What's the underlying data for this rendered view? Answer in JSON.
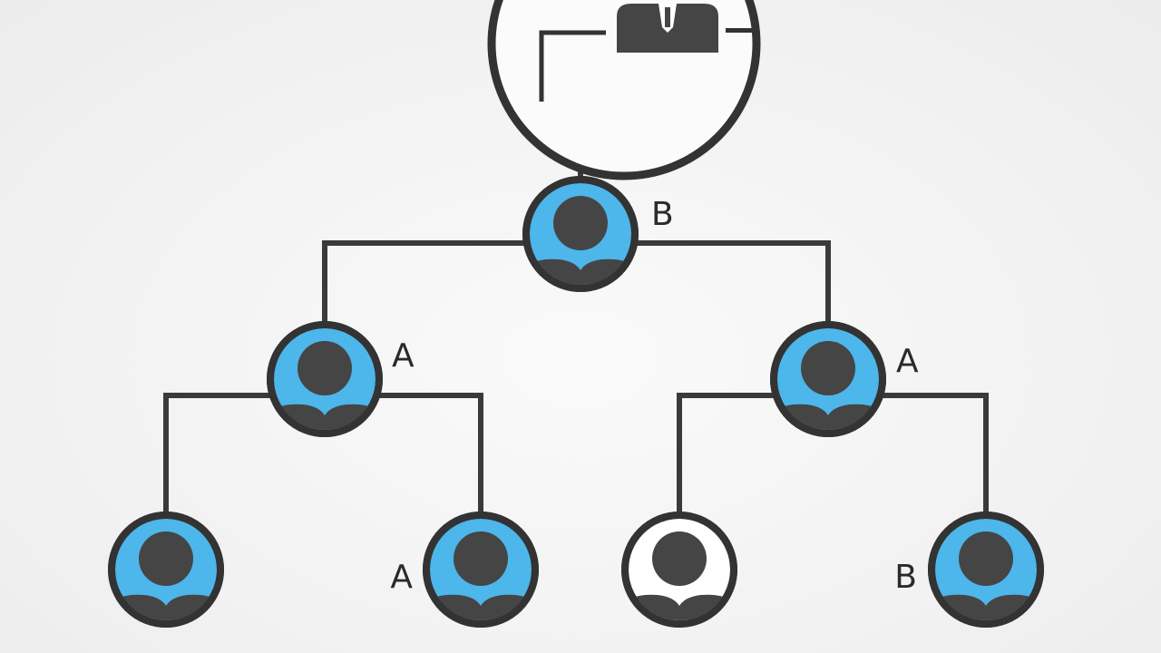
{
  "diagram": {
    "colors": {
      "background": "#f1f1f1",
      "line": "#3a3a3a",
      "accent": "#4db6ea",
      "figure": "#454545",
      "plain_fill": "#ffffff"
    },
    "top_node": {
      "icon": "manager-icon"
    },
    "nodes": [
      {
        "id": "n-root",
        "label": "B",
        "fill": "accent",
        "icon": "person-icon"
      },
      {
        "id": "n-left",
        "label": "A",
        "fill": "accent",
        "icon": "person-icon"
      },
      {
        "id": "n-right",
        "label": "A",
        "fill": "accent",
        "icon": "person-icon"
      },
      {
        "id": "n-ll",
        "label": "",
        "fill": "accent",
        "icon": "person-icon"
      },
      {
        "id": "n-lr",
        "label": "A",
        "fill": "accent",
        "icon": "person-icon"
      },
      {
        "id": "n-rl",
        "label": "",
        "fill": "plain",
        "icon": "person-icon"
      },
      {
        "id": "n-rr",
        "label": "B",
        "fill": "accent",
        "icon": "person-icon"
      }
    ]
  }
}
